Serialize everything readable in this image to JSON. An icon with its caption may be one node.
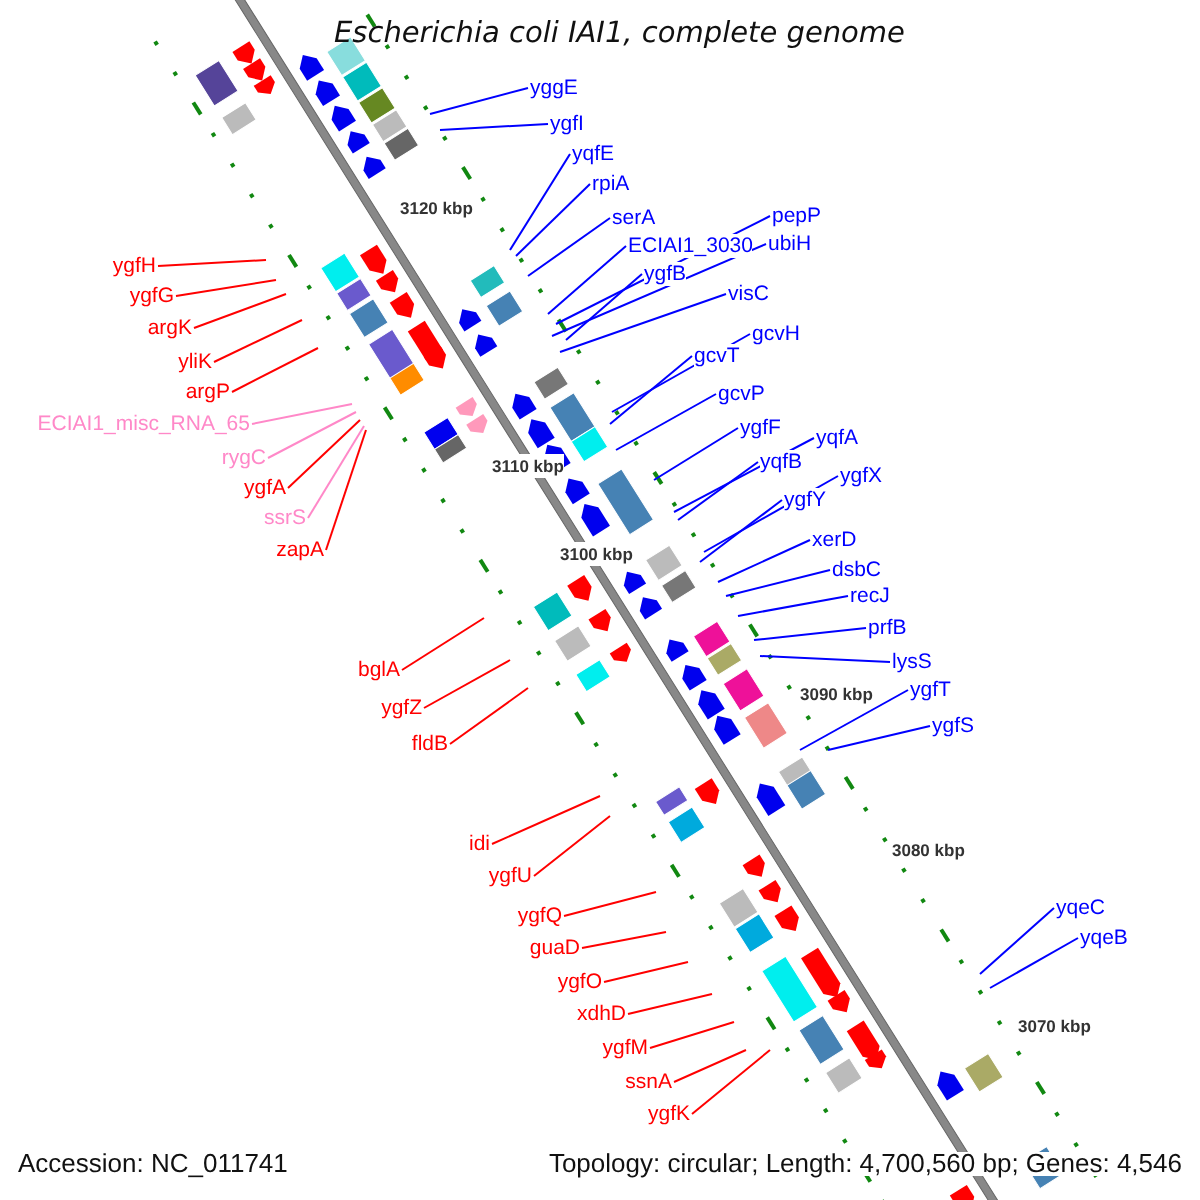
{
  "diagram": {
    "title": "Escherichia coli IAI1, complete genome",
    "nodes": [
      {
        "text": [
          "yggE"
        ]
      },
      {
        "text": [
          "ygfI"
        ]
      },
      {
        "text": [
          "yqfE"
        ]
      },
      {
        "text": [
          "rpiA"
        ]
      },
      {
        "text": [
          "serA"
        ]
      },
      {
        "text": [
          "ECIAI1_3030"
        ]
      },
      {
        "text": [
          "pepP"
        ]
      },
      {
        "text": [
          "ygfB"
        ]
      },
      {
        "text": [
          "ubiH"
        ]
      },
      {
        "text": [
          "visC"
        ]
      },
      {
        "text": [
          "gcvH"
        ]
      },
      {
        "text": [
          "gcvT"
        ]
      },
      {
        "text": [
          "gcvP"
        ]
      },
      {
        "text": [
          "ygfF"
        ]
      },
      {
        "text": [
          "yqfA"
        ]
      },
      {
        "text": [
          "yqfB"
        ]
      },
      {
        "text": [
          "ygfX"
        ]
      },
      {
        "text": [
          "ygfY"
        ]
      },
      {
        "text": [
          "xerD"
        ]
      },
      {
        "text": [
          "dsbC"
        ]
      },
      {
        "text": [
          "recJ"
        ]
      },
      {
        "text": [
          "prfB"
        ]
      },
      {
        "text": [
          "lysS"
        ]
      },
      {
        "text": [
          "ygfT"
        ]
      },
      {
        "text": [
          "ygfS"
        ]
      },
      {
        "text": [
          "yqeC"
        ]
      },
      {
        "text": [
          "yqeB"
        ]
      },
      {
        "text": [
          "ygfH"
        ]
      },
      {
        "text": [
          "ygfG"
        ]
      },
      {
        "text": [
          "argK"
        ]
      },
      {
        "text": [
          "yliK"
        ]
      },
      {
        "text": [
          "argP"
        ]
      },
      {
        "text": [
          "ECIAI1_misc_RNA_65"
        ]
      },
      {
        "text": [
          "rygC"
        ]
      },
      {
        "text": [
          "ygfA"
        ]
      },
      {
        "text": [
          "ssrS"
        ]
      },
      {
        "text": [
          "zapA"
        ]
      },
      {
        "text": [
          "bglA"
        ]
      },
      {
        "text": [
          "ygfZ"
        ]
      },
      {
        "text": [
          "fldB"
        ]
      },
      {
        "text": [
          "idi"
        ]
      },
      {
        "text": [
          "ygfU"
        ]
      },
      {
        "text": [
          "ygfQ"
        ]
      },
      {
        "text": [
          "guaD"
        ]
      },
      {
        "text": [
          "ygfO"
        ]
      },
      {
        "text": [
          "xdhD"
        ]
      },
      {
        "text": [
          "ygfM"
        ]
      },
      {
        "text": [
          "ssnA"
        ]
      },
      {
        "text": [
          "ygfK"
        ]
      }
    ],
    "edges": [
      {
        "from": 0,
        "to": null,
        "arrow": "none"
      },
      {
        "from": 1,
        "to": null,
        "arrow": "none"
      },
      {
        "from": 2,
        "to": null,
        "arrow": "none"
      },
      {
        "from": 3,
        "to": null,
        "arrow": "none"
      },
      {
        "from": 4,
        "to": null,
        "arrow": "none"
      },
      {
        "from": 5,
        "to": null,
        "arrow": "none"
      },
      {
        "from": 6,
        "to": null,
        "arrow": "none"
      },
      {
        "from": 7,
        "to": null,
        "arrow": "none"
      },
      {
        "from": 8,
        "to": null,
        "arrow": "none"
      },
      {
        "from": 9,
        "to": null,
        "arrow": "none"
      },
      {
        "from": 10,
        "to": null,
        "arrow": "none"
      },
      {
        "from": 11,
        "to": null,
        "arrow": "none"
      },
      {
        "from": 12,
        "to": null,
        "arrow": "none"
      },
      {
        "from": 13,
        "to": null,
        "arrow": "none"
      },
      {
        "from": 14,
        "to": null,
        "arrow": "none"
      },
      {
        "from": 15,
        "to": null,
        "arrow": "none"
      },
      {
        "from": 16,
        "to": null,
        "arrow": "none"
      },
      {
        "from": 17,
        "to": null,
        "arrow": "none"
      },
      {
        "from": 18,
        "to": null,
        "arrow": "none"
      },
      {
        "from": 19,
        "to": null,
        "arrow": "none"
      },
      {
        "from": 20,
        "to": null,
        "arrow": "none"
      },
      {
        "from": 21,
        "to": null,
        "arrow": "none"
      },
      {
        "from": 22,
        "to": null,
        "arrow": "none"
      },
      {
        "from": 23,
        "to": null,
        "arrow": "none"
      },
      {
        "from": 24,
        "to": null,
        "arrow": "none"
      },
      {
        "from": 25,
        "to": null,
        "arrow": "none"
      },
      {
        "from": 26,
        "to": null,
        "arrow": "none"
      },
      {
        "from": 27,
        "to": null,
        "arrow": "none",
        "color": "#ff0000"
      },
      {
        "from": 28,
        "to": null,
        "arrow": "none",
        "color": "#ff0000"
      },
      {
        "from": 29,
        "to": null,
        "arrow": "none",
        "color": "#ff0000"
      },
      {
        "from": 30,
        "to": null,
        "arrow": "none",
        "color": "#ff0000"
      },
      {
        "from": 31,
        "to": null,
        "arrow": "none",
        "color": "#ff0000"
      },
      {
        "from": 32,
        "to": null,
        "arrow": "none",
        "color": "#ff88c8"
      },
      {
        "from": 33,
        "to": null,
        "arrow": "none",
        "color": "#ff88c8"
      },
      {
        "from": 34,
        "to": null,
        "arrow": "none",
        "color": "#ff0000"
      },
      {
        "from": 35,
        "to": null,
        "arrow": "none",
        "color": "#ff88c8"
      },
      {
        "from": 36,
        "to": null,
        "arrow": "none",
        "color": "#ff0000"
      },
      {
        "from": 37,
        "to": null,
        "arrow": "none",
        "color": "#ff0000"
      },
      {
        "from": 38,
        "to": null,
        "arrow": "none",
        "color": "#ff0000"
      },
      {
        "from": 39,
        "to": null,
        "arrow": "none",
        "color": "#ff0000"
      },
      {
        "from": 40,
        "to": null,
        "arrow": "none",
        "color": "#ff0000"
      },
      {
        "from": 41,
        "to": null,
        "arrow": "none",
        "color": "#ff0000"
      },
      {
        "from": 42,
        "to": null,
        "arrow": "none",
        "color": "#ff0000"
      },
      {
        "from": 43,
        "to": null,
        "arrow": "none",
        "color": "#ff0000"
      },
      {
        "from": 44,
        "to": null,
        "arrow": "none",
        "color": "#ff0000"
      },
      {
        "from": 45,
        "to": null,
        "arrow": "none",
        "color": "#ff0000"
      },
      {
        "from": 46,
        "to": null,
        "arrow": "none",
        "color": "#ff0000"
      },
      {
        "from": 47,
        "to": null,
        "arrow": "none",
        "color": "#ff0000"
      },
      {
        "from": 48,
        "to": null,
        "arrow": "none",
        "color": "#ff0000"
      }
    ],
    "labels": [
      "3120 kbp",
      "3110 kbp",
      "3100 kbp",
      "3090 kbp",
      "3080 kbp",
      "3070 kbp",
      "Accession: NC_011741",
      "Topology: circular; Length: 4,700,560 bp; Genes: 4,546"
    ]
  }
}
